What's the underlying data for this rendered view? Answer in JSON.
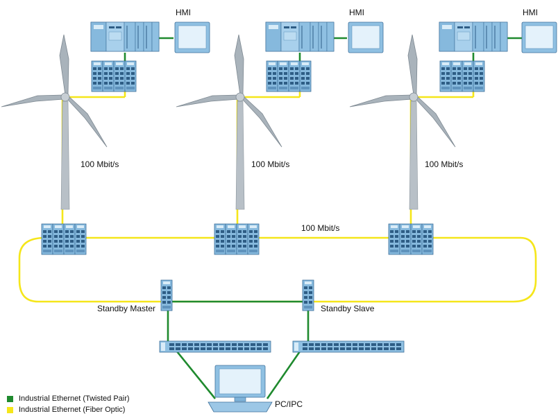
{
  "labels": {
    "hmi": "HMI",
    "tower_speed": "100 Mbit/s",
    "ring_speed": "100 Mbit/s",
    "standby_master": "Standby Master",
    "standby_slave": "Standby Slave",
    "pc": "PC/IPC"
  },
  "legend": [
    {
      "label": "Industrial Ethernet (Twisted Pair)",
      "color": "#1f8a2e"
    },
    {
      "label": "Industrial Ethernet (Fiber Optic)",
      "color": "#f5e61a"
    }
  ],
  "colors": {
    "twisted_pair": "#1f8a2e",
    "fiber_optic": "#f5e61a",
    "device": "#7fb3d9",
    "device_dark": "#3d6f9a",
    "blade": "#a9b3bb",
    "tower": "#b8c0c7"
  },
  "icons": [
    "wind-turbine-icon",
    "plc-icon",
    "hmi-panel-icon",
    "switch-icon",
    "rack-switch-icon",
    "pc-monitor-icon"
  ]
}
